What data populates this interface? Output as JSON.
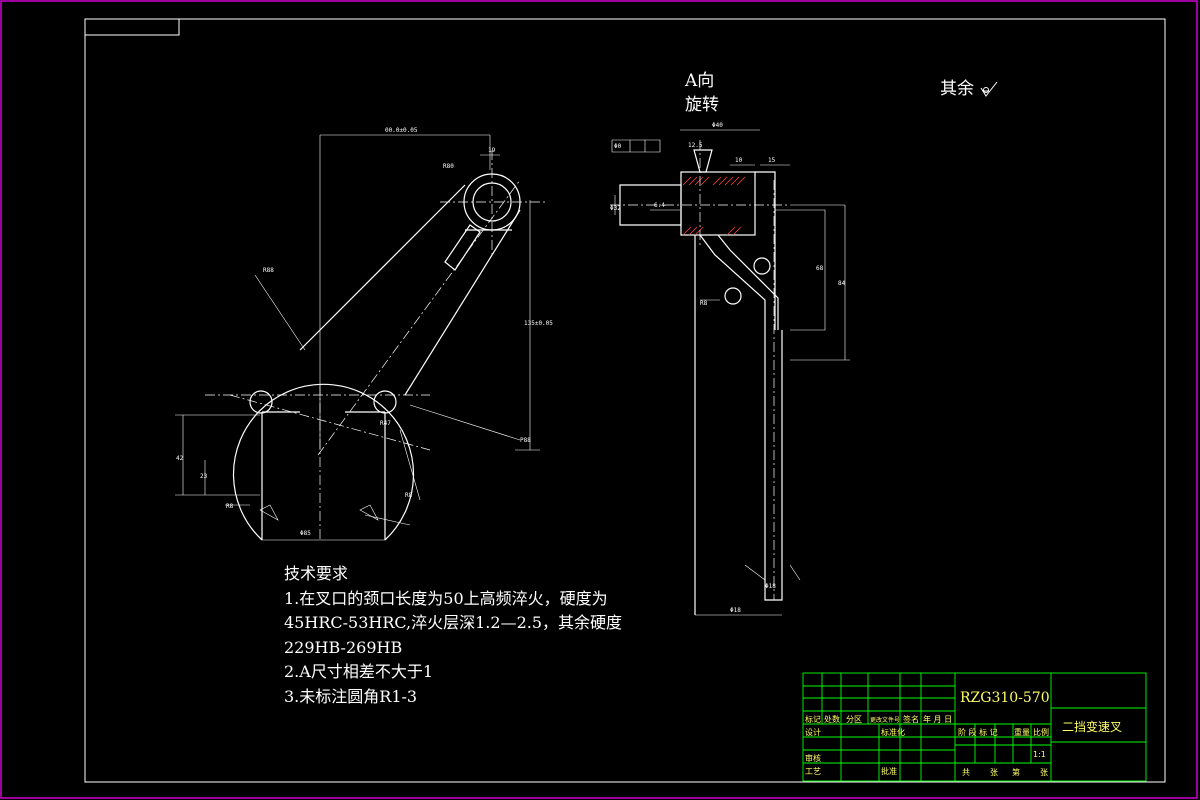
{
  "view_labels": {
    "direction_line1": "A向",
    "direction_line2": "旋转",
    "surface_finish": "其余"
  },
  "technical_requirements": {
    "title": "技术要求",
    "items": [
      "1.在叉口的颈口长度为50上高频淬火，硬度为",
      "45HRC-53HRC,淬火层深1.2—2.5，其余硬度",
      "229HB-269HB",
      "2.A尺寸相差不大于1",
      "3.未标注圆角R1-3"
    ]
  },
  "title_block": {
    "drawing_code": "RZG310-570",
    "part_name": "二挡变速叉",
    "scale": "1:1",
    "header_labels": [
      "标记",
      "处数",
      "分区",
      "更改文件号",
      "签名",
      "年 月 日"
    ],
    "row_labels": [
      "设计",
      "标准化",
      "审核",
      "工艺",
      "批准"
    ],
    "stage_labels": [
      "阶 段 标 记",
      "重量",
      "比例"
    ],
    "sheet_labels": [
      "共",
      "张",
      "第",
      "张"
    ]
  },
  "colors": {
    "background": "#000000",
    "border": "#d000d0",
    "geometry": "#ffffff",
    "title_grid": "#00ff00",
    "title_text": "#ffff66"
  }
}
